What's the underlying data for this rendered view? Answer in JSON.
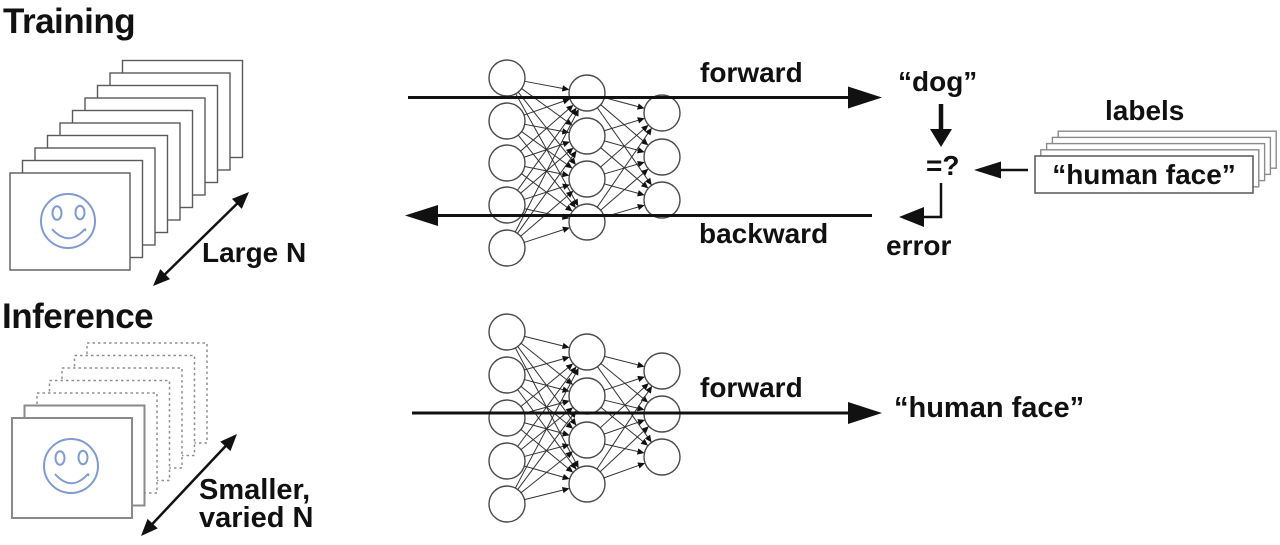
{
  "training": {
    "title": "Training",
    "dataset": {
      "label": "Large N",
      "card_count": 10
    },
    "forward_label": "forward",
    "backward_label": "backward",
    "prediction": "“dog”",
    "comparison": "=?",
    "error_label": "error",
    "labels_stack": {
      "title": "labels",
      "front_card_text": "“human face”",
      "card_count": 5
    }
  },
  "inference": {
    "title": "Inference",
    "dataset": {
      "label_line1": "Smaller,",
      "label_line2": "varied N",
      "solid_card_count": 2,
      "dashed_card_count": 5
    },
    "forward_label": "forward",
    "prediction": "“human face”"
  },
  "network": {
    "layer_sizes": [
      5,
      4,
      3
    ]
  },
  "colors": {
    "ink": "#111111",
    "smiley_blue": "#7f9bd1",
    "card_border_dark": "#5a5a5a",
    "card_border_gray": "#8a8a8a",
    "node_stroke": "#4a4a4a",
    "connection": "#333333"
  }
}
